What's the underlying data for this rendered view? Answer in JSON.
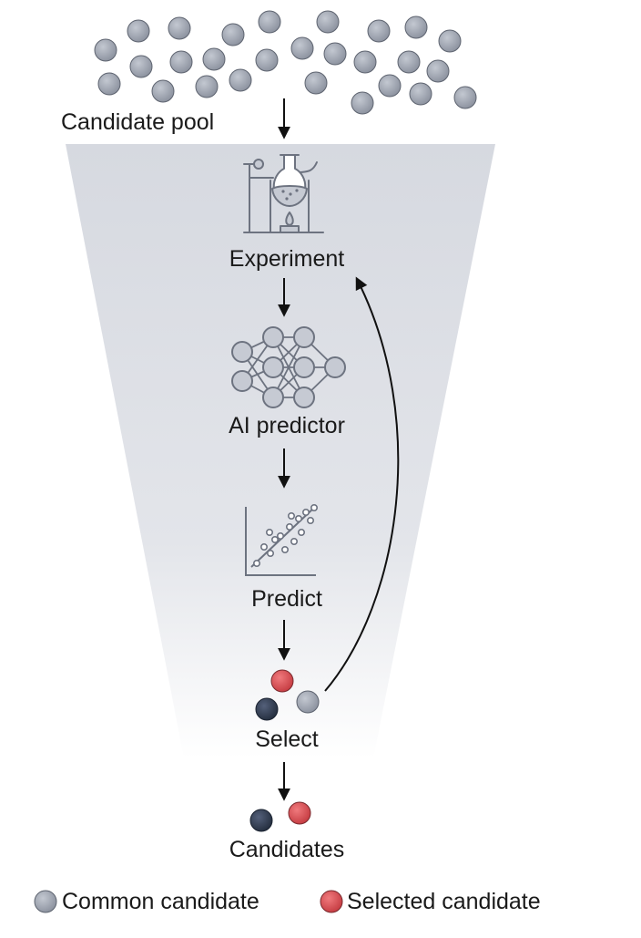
{
  "labels": {
    "pool": "Candidate pool",
    "experiment": "Experiment",
    "predictor": "AI predictor",
    "predict": "Predict",
    "select": "Select",
    "candidates": "Candidates"
  },
  "legend": {
    "common": "Common candidate",
    "selected": "Selected candidate"
  },
  "colors": {
    "common": "#9ea4b0",
    "selected": "#d9474c",
    "dark": "#2e3a4c",
    "funnel": "#d8dbe1",
    "icon_stroke": "#6d7380",
    "icon_fill": "#c6cad3"
  },
  "icons": {
    "experiment": "lab-flask-burner-icon",
    "predictor": "neural-network-icon",
    "predict": "scatter-plot-icon"
  }
}
